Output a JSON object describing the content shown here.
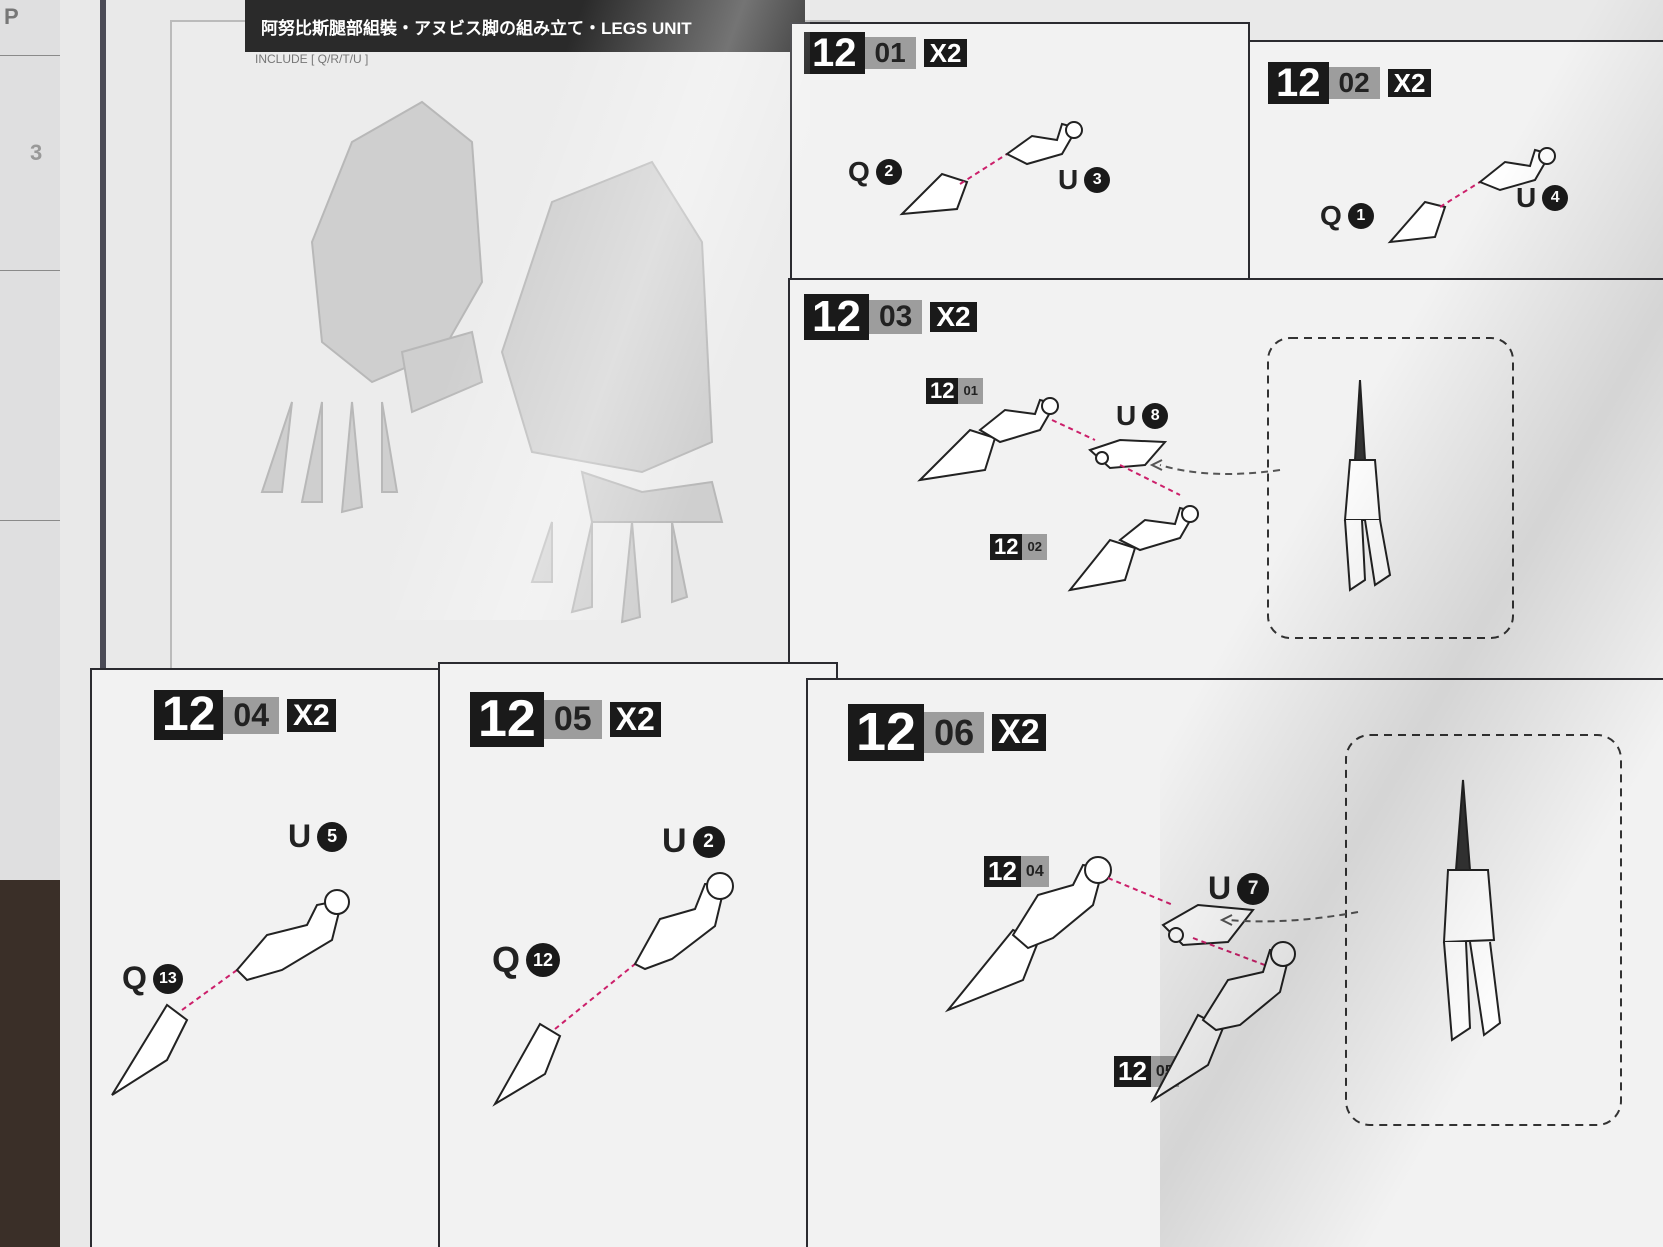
{
  "left_page": {
    "mark_top": "P",
    "mark_mid": "3"
  },
  "header": {
    "title": "阿努比斯腿部組裝・アヌビス脚の組み立て・LEGS UNIT",
    "include_text": "INCLUDE [ Q/R/T/U ]"
  },
  "steps": [
    {
      "major": "12",
      "minor": "01",
      "mult": "X2",
      "parts": [
        {
          "letter": "Q",
          "num": "2"
        },
        {
          "letter": "U",
          "num": "3"
        }
      ]
    },
    {
      "major": "12",
      "minor": "02",
      "mult": "X2",
      "parts": [
        {
          "letter": "Q",
          "num": "1"
        },
        {
          "letter": "U",
          "num": "4"
        }
      ]
    },
    {
      "major": "12",
      "minor": "03",
      "mult": "X2",
      "refs": [
        {
          "major": "12",
          "minor": "01"
        },
        {
          "major": "12",
          "minor": "02"
        }
      ],
      "parts": [
        {
          "letter": "U",
          "num": "8"
        }
      ]
    },
    {
      "major": "12",
      "minor": "04",
      "mult": "X2",
      "parts": [
        {
          "letter": "U",
          "num": "5"
        },
        {
          "letter": "Q",
          "num": "13"
        }
      ]
    },
    {
      "major": "12",
      "minor": "05",
      "mult": "X2",
      "parts": [
        {
          "letter": "U",
          "num": "2"
        },
        {
          "letter": "Q",
          "num": "12"
        }
      ]
    },
    {
      "major": "12",
      "minor": "06",
      "mult": "X2",
      "refs": [
        {
          "major": "12",
          "minor": "04"
        },
        {
          "major": "12",
          "minor": "05"
        }
      ],
      "parts": [
        {
          "letter": "U",
          "num": "7"
        }
      ]
    }
  ],
  "colors": {
    "arrow": "#cc1f6a",
    "ink": "#1a1a1a",
    "tag_grey": "#9d9d9d",
    "paper": "#f2f2f2"
  }
}
